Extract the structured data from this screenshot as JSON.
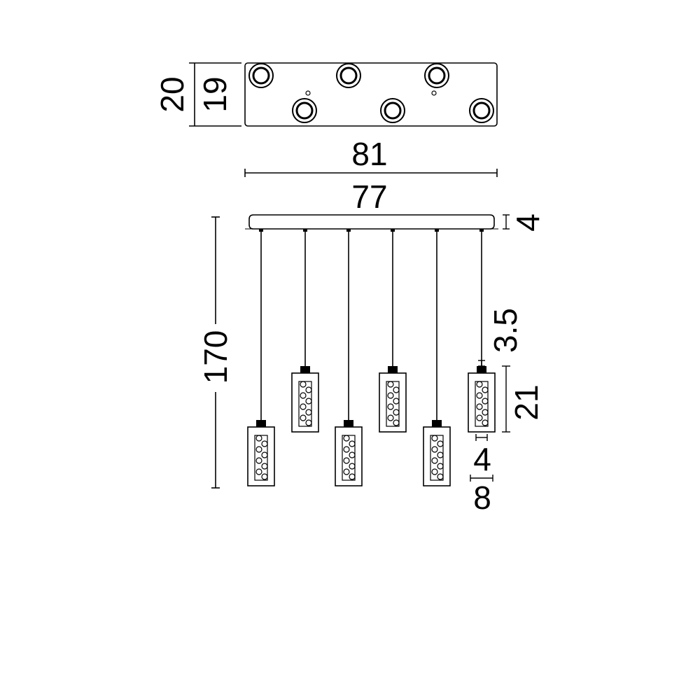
{
  "dimensions": {
    "canopy_width_outer": "81",
    "canopy_width_inner": "77",
    "canopy_depth_outer": "20",
    "canopy_depth_inner": "19",
    "canopy_height": "4",
    "total_height": "170",
    "gap_above_shade": "3.5",
    "shade_height": "21",
    "shade_width": "4",
    "shade_depth": "8"
  },
  "colors": {
    "line": "#000000",
    "background": "#ffffff"
  }
}
